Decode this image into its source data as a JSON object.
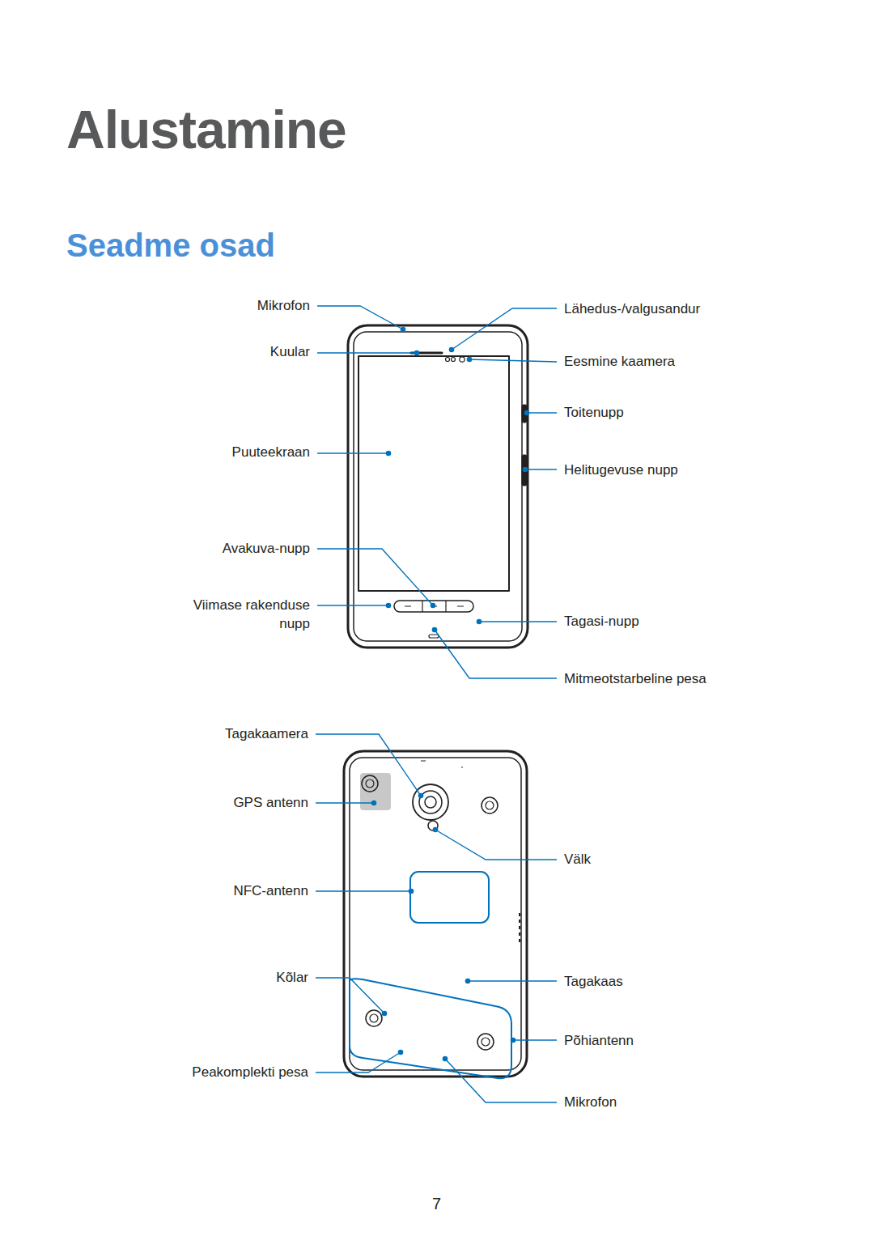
{
  "diagram": {
    "title": "Alustamine",
    "labels": [
      "Seadme osad",
      "Mikrofon",
      "Kuular",
      "Puuteekraan",
      "Avakuva-nupp",
      "Viimase rakenduse nupp",
      "Lähedus-/valgusandur",
      "Eesmine kaamera",
      "Toitenupp",
      "Helitugevuse nupp",
      "Tagasi-nupp",
      "Mitmeotstarbeline pesa",
      "Tagakaamera",
      "GPS antenn",
      "Välk",
      "NFC-antenn",
      "Kõlar",
      "Tagakaas",
      "Peakomplekti pesa",
      "Põhiantenn",
      "Mikrofon",
      "7"
    ]
  }
}
